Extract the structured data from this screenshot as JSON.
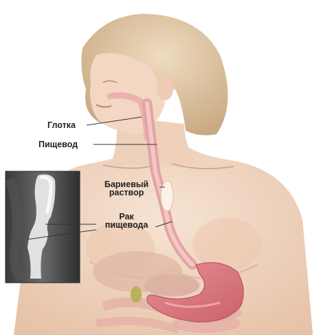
{
  "labels": {
    "pharynx": "Глотка",
    "esophagus": "Пищевод",
    "barium_1": "Бариевый",
    "barium_2": "раствор",
    "cancer_1": "Рак",
    "cancer_2": "пищевода"
  }
}
